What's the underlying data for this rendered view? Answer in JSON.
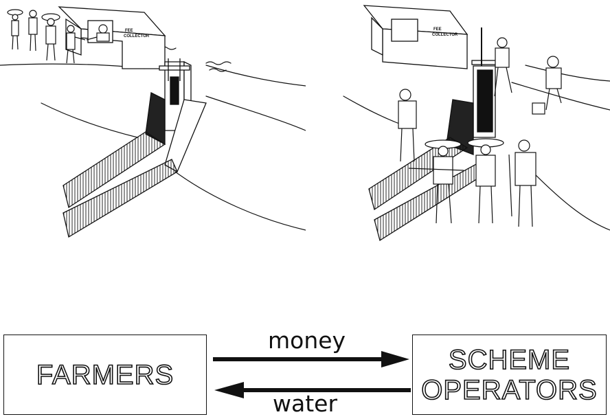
{
  "scene_left": {
    "sign": [
      "FEE",
      "COLLECTOR"
    ]
  },
  "scene_right": {
    "sign": [
      "FEE",
      "COLLECTOR"
    ]
  },
  "flows": {
    "money": "money",
    "water": "water"
  },
  "boxes": {
    "farmers": "FARMERS",
    "operators_line1": "SCHEME",
    "operators_line2": "OPERATORS"
  }
}
